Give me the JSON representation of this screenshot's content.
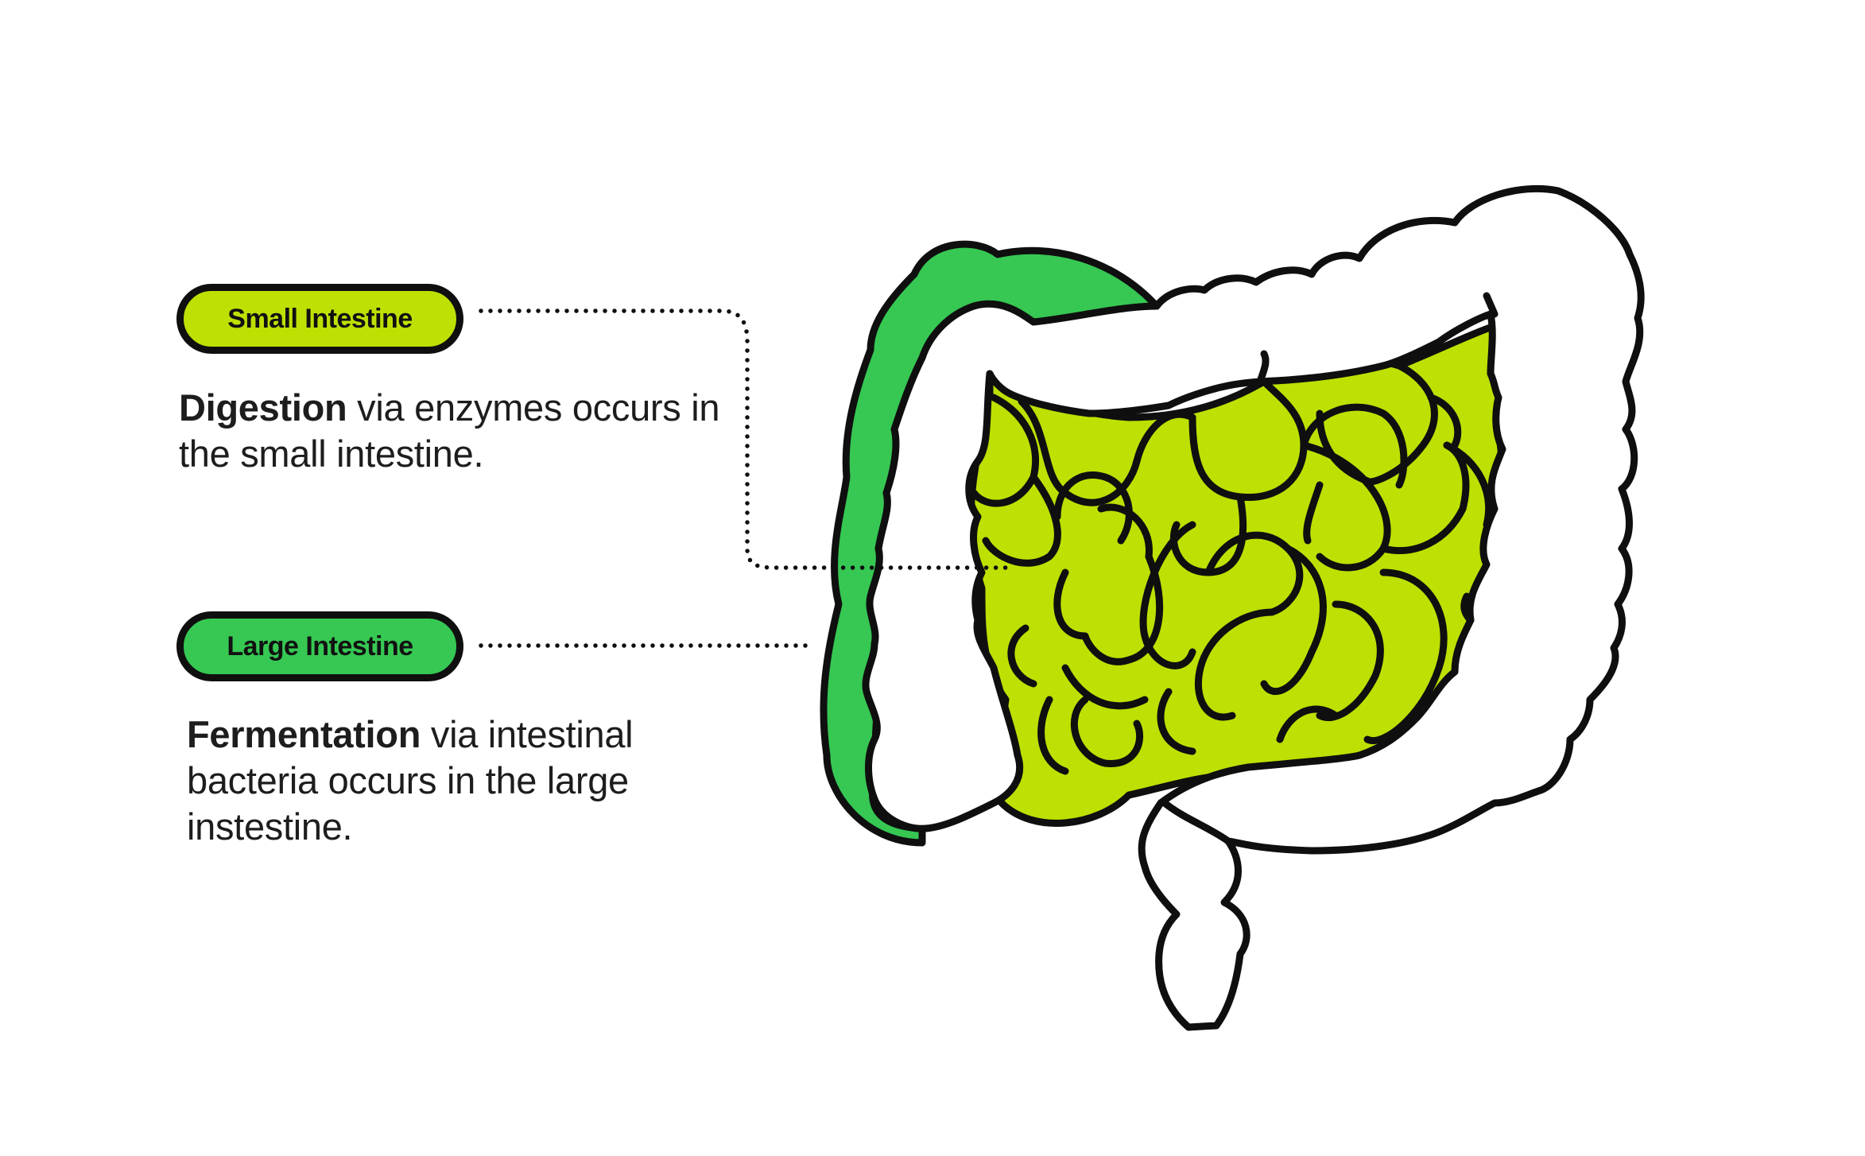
{
  "labels": {
    "small_intestine": {
      "title": "Small Intestine",
      "color": "#bfe003",
      "desc_bold": "Digestion",
      "desc_rest": " via enzymes occurs in the small intestine."
    },
    "large_intestine": {
      "title": "Large Intestine",
      "color": "#36c853",
      "desc_bold": "Fermentation",
      "desc_rest": " via intestinal bacteria occurs in the large instestine."
    }
  },
  "colors": {
    "outline": "#0f0f0f",
    "colon_fill": "#ffffff",
    "text": "#1d1d1d"
  }
}
